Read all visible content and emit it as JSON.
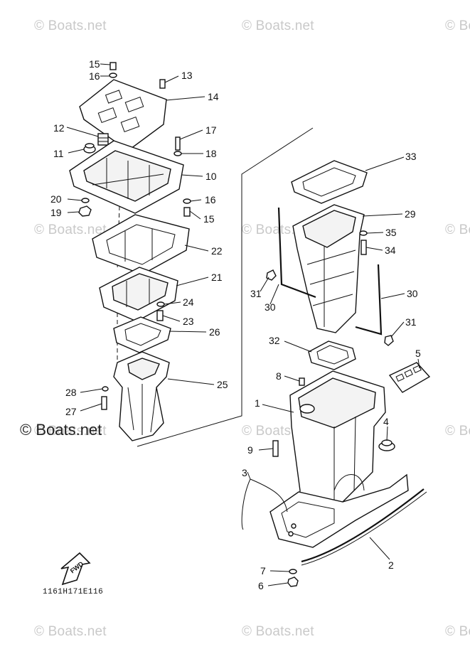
{
  "watermarks": [
    "© Boats.net",
    "© Boats.net",
    "© Bo",
    "© Boats.net",
    "© Boats.net",
    "© Bo",
    "© Boats.net",
    "© Boats.net",
    "© Bo",
    "© Boats.net",
    "© Boats.net",
    "© Bo"
  ],
  "main_watermark": "© Boats.net",
  "drawing_code": "1161H171E116",
  "fwd_label": "FWD",
  "callouts": {
    "c15a": "15",
    "c16a": "16",
    "c13": "13",
    "c14": "14",
    "c12": "12",
    "c17": "17",
    "c11": "11",
    "c18": "18",
    "c10": "10",
    "c20": "20",
    "c16b": "16",
    "c19": "19",
    "c15b": "15",
    "c22": "22",
    "c21": "21",
    "c24": "24",
    "c23": "23",
    "c26": "26",
    "c25": "25",
    "c28": "28",
    "c27": "27",
    "c33": "33",
    "c29": "29",
    "c35": "35",
    "c34": "34",
    "c31a": "31",
    "c30a": "30",
    "c30b": "30",
    "c31b": "31",
    "c32": "32",
    "c8": "8",
    "c5": "5",
    "c1": "1",
    "c4": "4",
    "c9": "9",
    "c3": "3",
    "c2": "2",
    "c7": "7",
    "c6": "6"
  }
}
